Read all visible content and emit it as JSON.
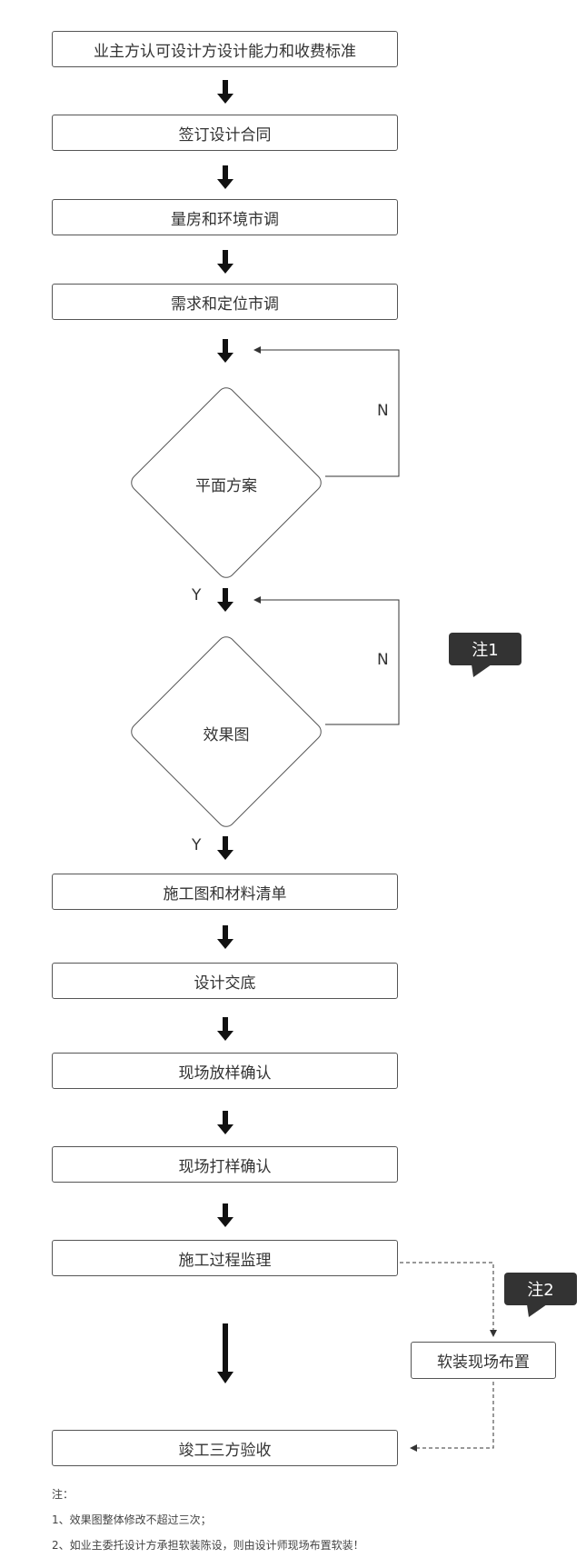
{
  "steps": {
    "s1": "业主方认可设计方设计能力和收费标准",
    "s2": "签订设计合同",
    "s3": "量房和环境市调",
    "s4": "需求和定位市调",
    "d1": "平面方案",
    "d2": "效果图",
    "s5": "施工图和材料清单",
    "s6": "设计交底",
    "s7": "现场放样确认",
    "s8": "现场打样确认",
    "s9": "施工过程监理",
    "side": "软装现场布置",
    "s10": "竣工三方验收"
  },
  "labels": {
    "yes": "Y",
    "no": "N"
  },
  "callouts": {
    "c1": "注1",
    "c2": "注2"
  },
  "notes": {
    "title": "注：",
    "n1": "1、效果图整体修改不超过三次；",
    "n2": "2、如业主委托设计方承担软装陈设，则由设计师现场布置软装！"
  },
  "colors": {
    "stroke": "#555555",
    "arrow": "#111111",
    "callout": "#333333"
  }
}
